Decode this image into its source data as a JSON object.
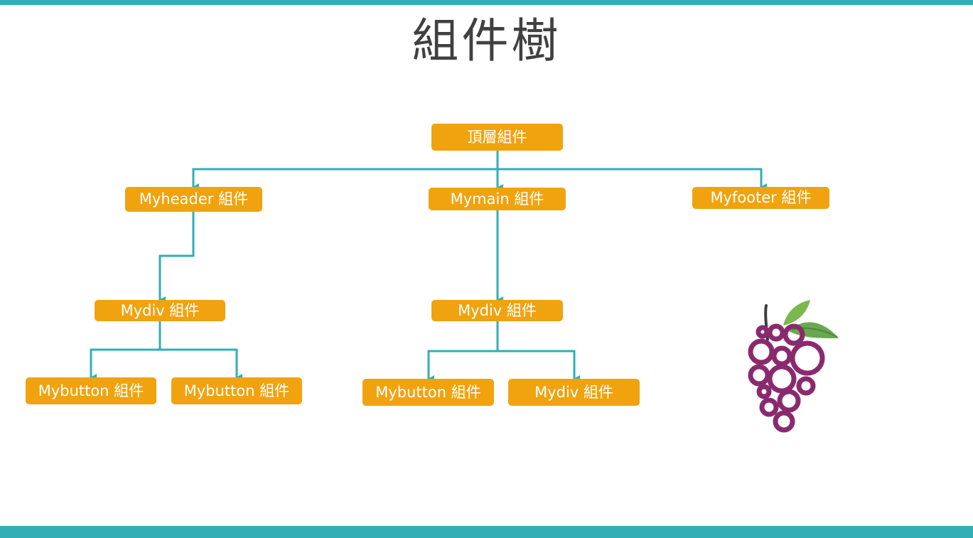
{
  "title": "組件樹",
  "nodes": {
    "root": "頂層組件",
    "myheader": "Myheader 組件",
    "mymain": "Mymain 組件",
    "myfooter": "Myfooter 組件",
    "header_mydiv": "Mydiv 組件",
    "main_mydiv": "Mydiv 組件",
    "header_button1": "Mybutton 組件",
    "header_button2": "Mybutton 組件",
    "main_button": "Mybutton 組件",
    "main_mydiv_child": "Mydiv 組件"
  },
  "colors": {
    "accent_bar": "#31afb4",
    "node_fill": "#f0a30f",
    "connector": "#31afb4",
    "grape": "#8a2a6e",
    "leaf": "#6aa84f"
  },
  "icons": {
    "decoration": "grapes-icon"
  }
}
